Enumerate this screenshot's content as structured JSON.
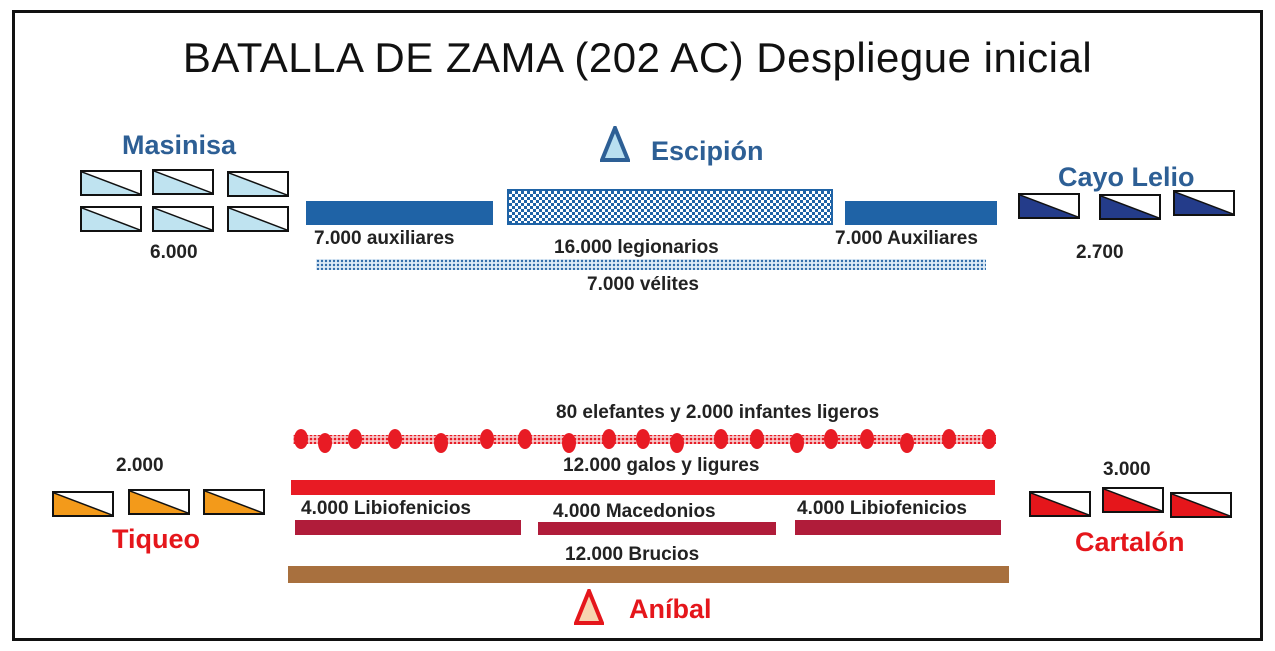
{
  "title": "BATALLA  DE  ZAMA  (202 AC) Despliegue  inicial",
  "roman": {
    "commander": "Escipión",
    "left_cavalry": {
      "commander": "Masinisa",
      "count": "6.000",
      "color": "#bfe3f0"
    },
    "right_cavalry": {
      "commander": "Cayo Lelio",
      "count": "2.700",
      "color": "#243c8a"
    },
    "left_auxiliaries": "7.000 auxiliares",
    "right_auxiliaries": "7.000 Auxiliares",
    "legionaries": "16.000 legionarios",
    "velites": "7.000 vélites",
    "auxiliary_color": "#1f63a6",
    "commander_color": "#2d5f95"
  },
  "carthaginian": {
    "commander": "Aníbal",
    "elephants": "80 elefantes y  2.000 infantes ligeros",
    "gauls": "12.000 galos y ligures",
    "libyphoenicians_left": "4.000  Libiofenicios",
    "macedonians": "4.000  Macedonios",
    "libyphoenicians_right": "4.000  Libiofenicios",
    "bruttians": "12.000 Brucios",
    "left_cavalry": {
      "commander": "Tiqueo",
      "count": "2.000",
      "color": "#f39a1a"
    },
    "right_cavalry": {
      "commander": "Cartalón",
      "count": "3.000",
      "color": "#e5161b"
    },
    "line_red": "#e81b24",
    "line_dark_red": "#b01c3a",
    "brucios_color": "#a8703e",
    "commander_color": "#e5161b"
  }
}
